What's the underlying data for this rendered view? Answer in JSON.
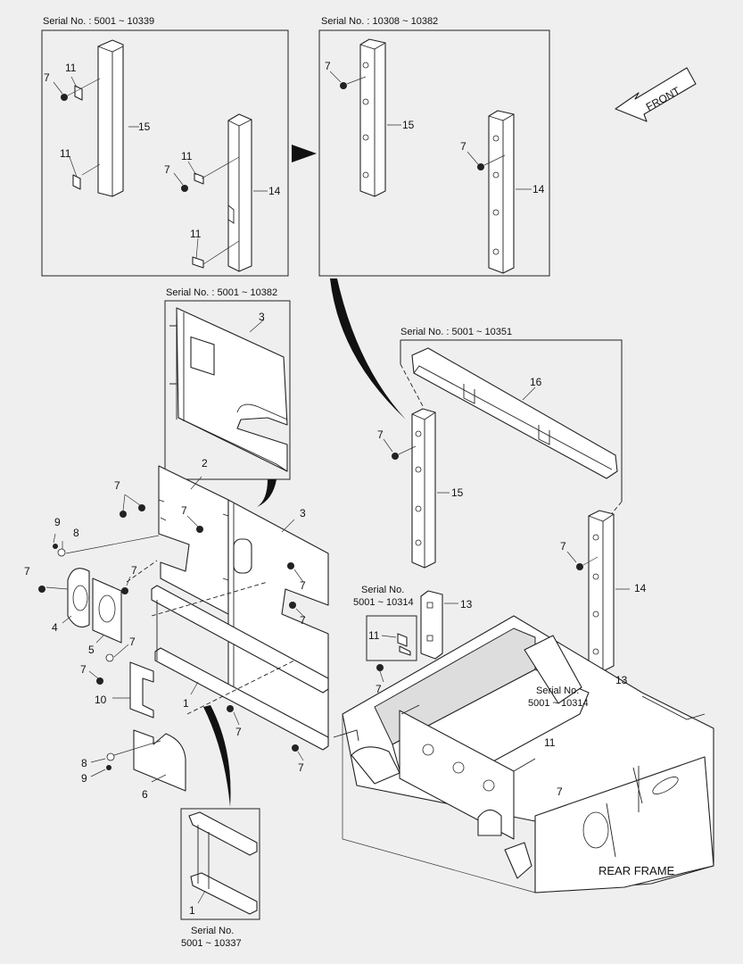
{
  "serial_captions": {
    "top_left": "Serial No. : 5001 ~ 10339",
    "top_right": "Serial No. : 10308 ~ 10382",
    "mid_left": "Serial No. : 5001 ~ 10382",
    "mid_right": "Serial No. : 5001 ~ 10351",
    "small_a_line1": "Serial No.",
    "small_a_line2": "5001 ~ 10314",
    "small_b_line1": "Serial No.",
    "small_b_line2": "5001 ~ 10314",
    "bottom_line1": "Serial No.",
    "bottom_line2": "5001 ~ 10337"
  },
  "front_label": "FRONT",
  "rear_frame_label": "REAR FRAME",
  "callouts": [
    {
      "id": "c7a",
      "text": "7"
    },
    {
      "id": "c11a",
      "text": "11"
    },
    {
      "id": "c11b",
      "text": "11"
    },
    {
      "id": "c15a",
      "text": "15"
    },
    {
      "id": "c11c",
      "text": "11"
    },
    {
      "id": "c7b",
      "text": "7"
    },
    {
      "id": "c14a",
      "text": "14"
    },
    {
      "id": "c11d",
      "text": "11"
    },
    {
      "id": "c7c",
      "text": "7"
    },
    {
      "id": "c15b",
      "text": "15"
    },
    {
      "id": "c7d",
      "text": "7"
    },
    {
      "id": "c14b",
      "text": "14"
    },
    {
      "id": "c3a",
      "text": "3"
    },
    {
      "id": "c16",
      "text": "16"
    },
    {
      "id": "c7e",
      "text": "7"
    },
    {
      "id": "c15c",
      "text": "15"
    },
    {
      "id": "c2",
      "text": "2"
    },
    {
      "id": "c7f",
      "text": "7"
    },
    {
      "id": "c7g",
      "text": "7"
    },
    {
      "id": "c3b",
      "text": "3"
    },
    {
      "id": "c9a",
      "text": "9"
    },
    {
      "id": "c8a",
      "text": "8"
    },
    {
      "id": "c7h",
      "text": "7"
    },
    {
      "id": "c7i",
      "text": "7"
    },
    {
      "id": "c4",
      "text": "4"
    },
    {
      "id": "c5",
      "text": "5"
    },
    {
      "id": "c7j",
      "text": "7"
    },
    {
      "id": "c7k",
      "text": "7"
    },
    {
      "id": "c7l",
      "text": "7"
    },
    {
      "id": "c7m",
      "text": "7"
    },
    {
      "id": "c7n",
      "text": "7"
    },
    {
      "id": "c10",
      "text": "10"
    },
    {
      "id": "c1a",
      "text": "1"
    },
    {
      "id": "c7o",
      "text": "7"
    },
    {
      "id": "c7p",
      "text": "7"
    },
    {
      "id": "c8b",
      "text": "8"
    },
    {
      "id": "c9b",
      "text": "9"
    },
    {
      "id": "c6",
      "text": "6"
    },
    {
      "id": "c1b",
      "text": "1"
    },
    {
      "id": "c13a",
      "text": "13"
    },
    {
      "id": "c11e",
      "text": "11"
    },
    {
      "id": "c7q",
      "text": "7"
    },
    {
      "id": "c13b",
      "text": "13"
    },
    {
      "id": "c11f",
      "text": "11"
    },
    {
      "id": "c7r",
      "text": "7"
    },
    {
      "id": "c14c",
      "text": "14"
    },
    {
      "id": "c7s",
      "text": "7"
    }
  ]
}
